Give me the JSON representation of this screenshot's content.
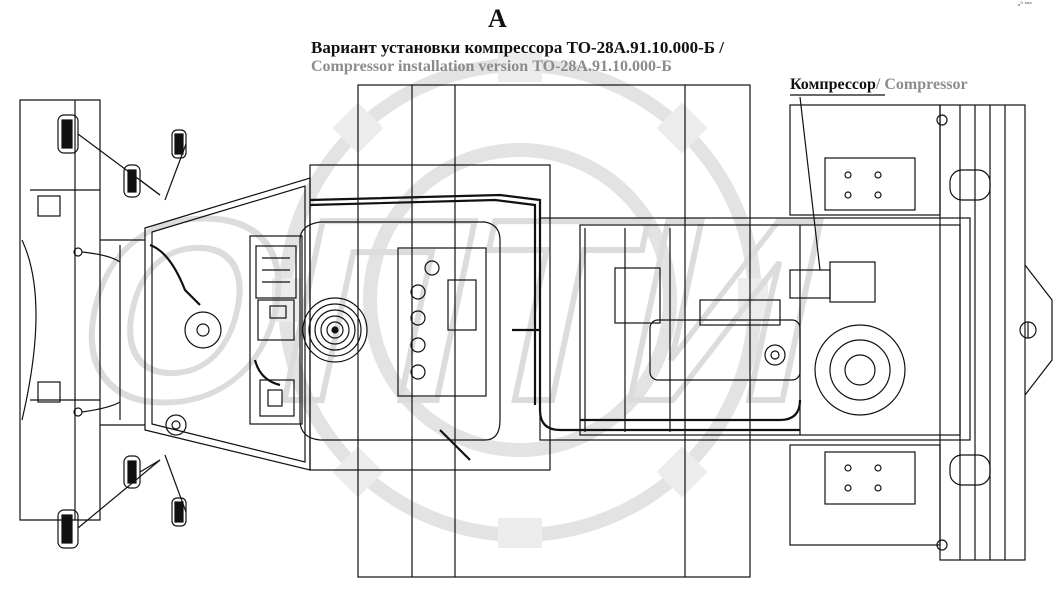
{
  "header": {
    "view_letter": "А",
    "title_ru": "Вариант установки компрессора ТО-28А.91.10.000-Б /",
    "title_en": "Compressor installation version ТО-28А.91.10.000-Б"
  },
  "callout": {
    "label_ru": "Компрессор",
    "label_en": "/ Compressor"
  },
  "watermark": {
    "text": "ОПТИ"
  },
  "corner_mark": "ₐ⁰ ᵃᵃᵃ",
  "colors": {
    "line": "#111111",
    "watermark": "#e6e6e6",
    "callout_en": "#8c8c8c"
  }
}
